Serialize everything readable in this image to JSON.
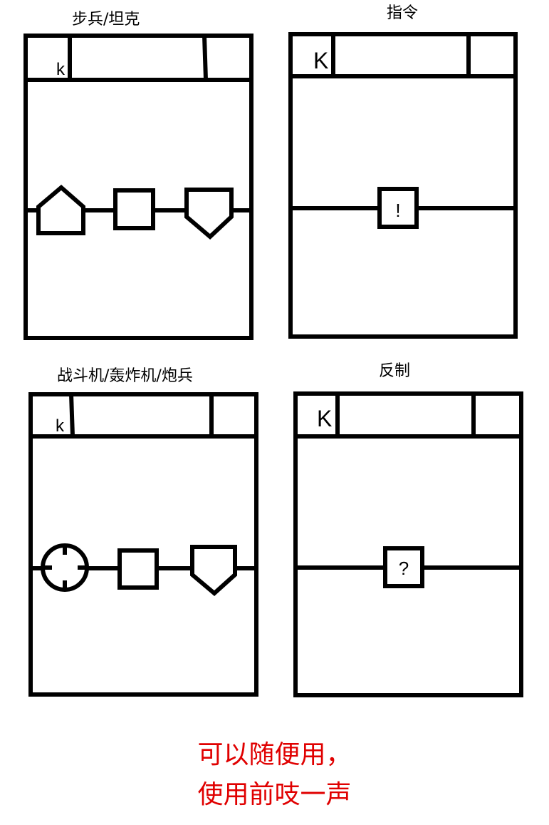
{
  "cards": [
    {
      "title": "步兵/坦克",
      "cost_letter": "k"
    },
    {
      "title": "指令",
      "cost_letter": "K",
      "symbol": "!"
    },
    {
      "title": "战斗机/轰炸机/炮兵",
      "cost_letter": "k"
    },
    {
      "title": "反制",
      "cost_letter": "K",
      "symbol": "?"
    }
  ],
  "footer": {
    "line1": "可以随便用，",
    "line2": "使用前吱一声",
    "color": "#e00000"
  },
  "colors": {
    "stroke": "#000000",
    "background": "#ffffff"
  }
}
